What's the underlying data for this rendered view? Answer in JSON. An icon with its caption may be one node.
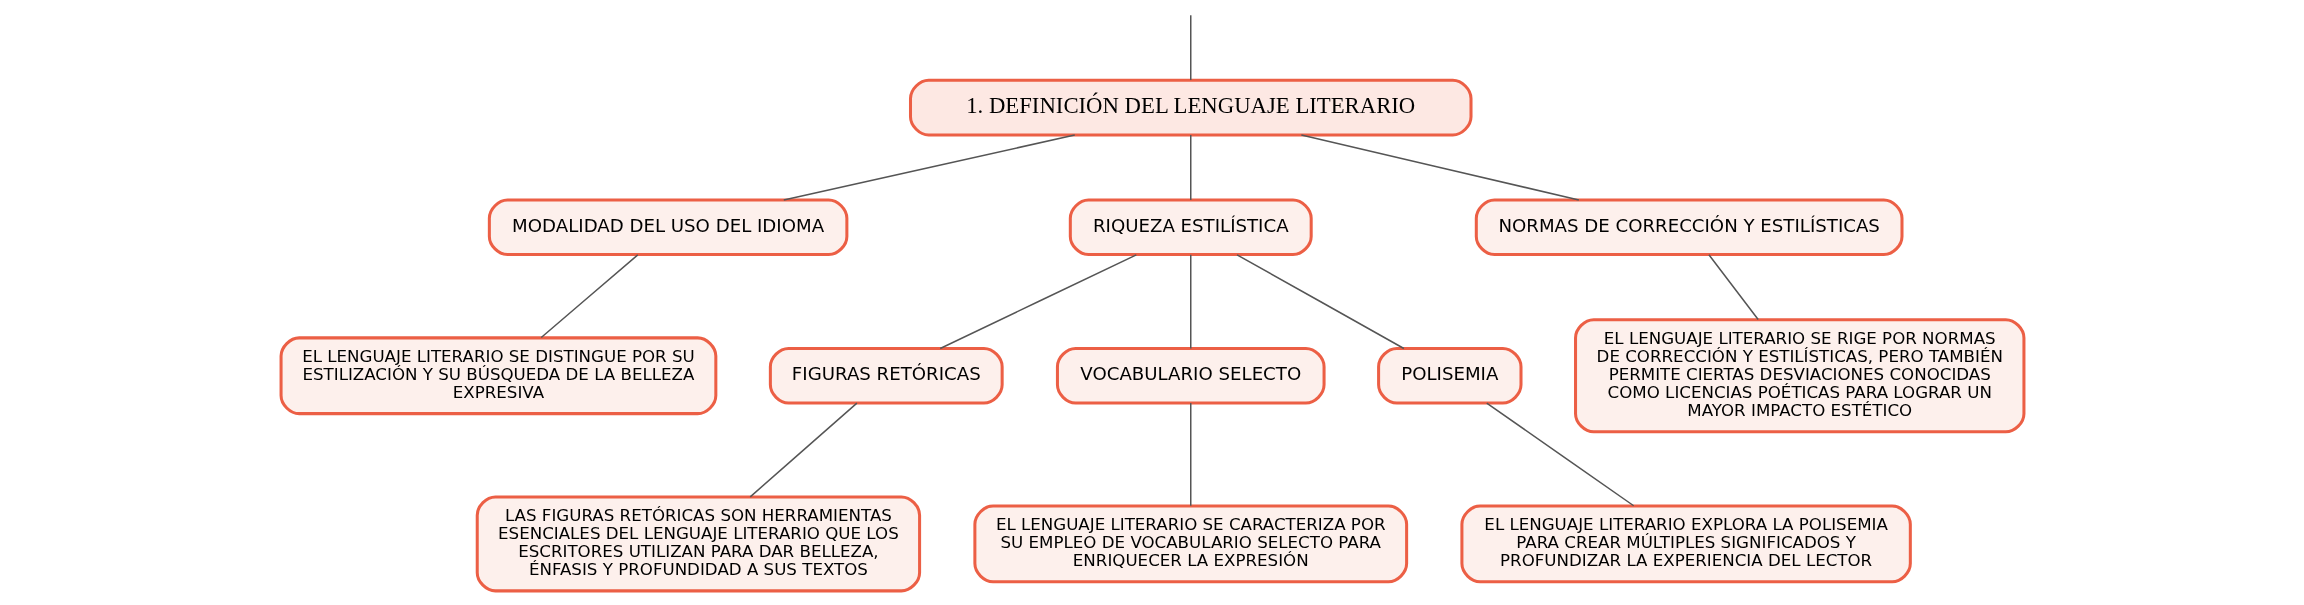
{
  "diagram": {
    "nodes": [
      {
        "text": [
          "1. DEFINICIÓN DEL LENGUAJE LITERARIO"
        ]
      },
      {
        "text": [
          "MODALIDAD DEL USO DEL IDIOMA"
        ]
      },
      {
        "text": [
          "RIQUEZA ESTILÍSTICA"
        ]
      },
      {
        "text": [
          "NORMAS DE CORRECCIÓN Y ESTILÍSTICAS"
        ]
      },
      {
        "text": [
          "EL LENGUAJE LITERARIO SE DISTINGUE POR SU ESTILIZACIÓN Y SU BÚSQUEDA DE LA BELLEZA EXPRESIVA"
        ]
      },
      {
        "text": [
          "FIGURAS RETÓRICAS"
        ]
      },
      {
        "text": [
          "VOCABULARIO SELECTO"
        ]
      },
      {
        "text": [
          "POLISEMIA"
        ]
      },
      {
        "text": [
          "LAS FIGURAS RETÓRICAS SON HERRAMIENTAS ESENCIALES DEL LENGUAJE LITERARIO QUE LOS ESCRITORES UTILIZAN PARA DAR BELLEZA, ÉNFASIS Y PROFUNDIDAD A SUS TEXTOS"
        ]
      },
      {
        "text": [
          "EL LENGUAJE LITERARIO SE CARACTERIZA POR SU EMPLEO DE VOCABULARIO SELECTO PARA ENRIQUECER LA EXPRESIÓN"
        ]
      },
      {
        "text": [
          "EL LENGUAJE LITERARIO EXPLORA LA POLISEMIA PARA CREAR MÚLTIPLES SIGNIFICADOS Y PROFUNDIZAR LA EXPERIENCIA DEL LECTOR"
        ]
      },
      {
        "text": [
          "EL LENGUAJE LITERARIO SE RIGE POR NORMAS DE CORRECCIÓN Y ESTILÍSTICAS, PERO TAMBIÉN PERMITE CIERTAS DESVIACIONES CONOCIDAS COMO LICENCIAS POÉTICAS PARA LOGRAR UN MAYOR IMPACTO ESTÉTICO"
        ]
      }
    ],
    "edges": [
      {
        "from": null,
        "to": 0,
        "arrow": "none"
      },
      {
        "from": 0,
        "to": 1,
        "arrow": "none"
      },
      {
        "from": 0,
        "to": 2,
        "arrow": "none"
      },
      {
        "from": 0,
        "to": 3,
        "arrow": "none"
      },
      {
        "from": 1,
        "to": 4,
        "arrow": "none"
      },
      {
        "from": 2,
        "to": 5,
        "arrow": "none"
      },
      {
        "from": 2,
        "to": 6,
        "arrow": "none"
      },
      {
        "from": 2,
        "to": 7,
        "arrow": "none"
      },
      {
        "from": 5,
        "to": 8,
        "arrow": "none"
      },
      {
        "from": 6,
        "to": 9,
        "arrow": "none"
      },
      {
        "from": 7,
        "to": 10,
        "arrow": "none"
      },
      {
        "from": 3,
        "to": 11,
        "arrow": "none"
      }
    ]
  }
}
